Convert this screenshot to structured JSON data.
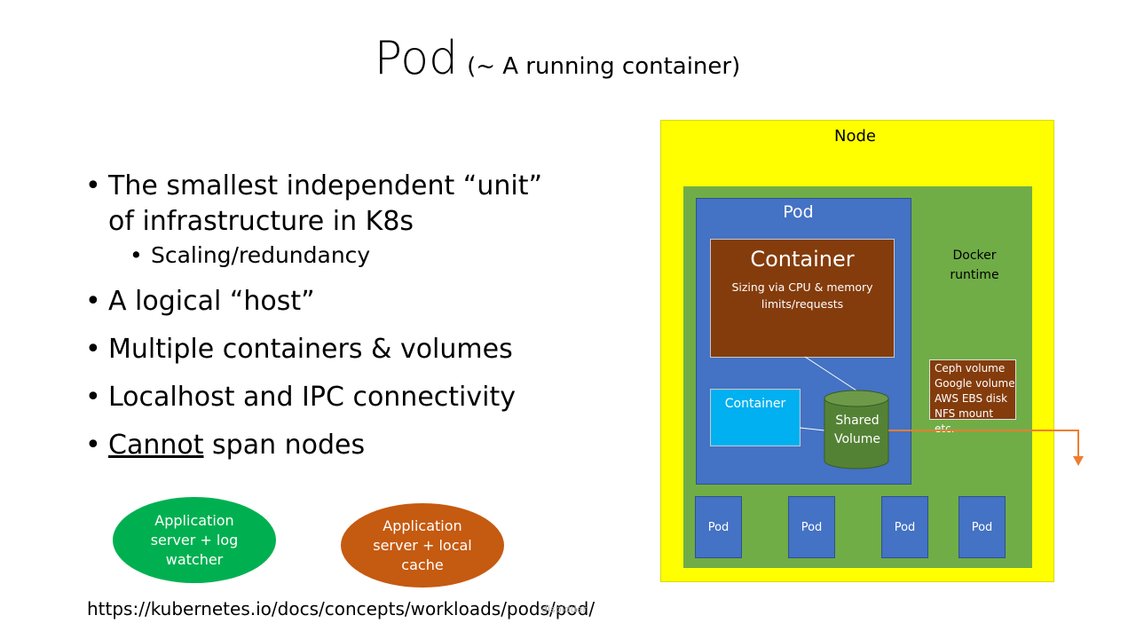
{
  "title": {
    "main": "Pod",
    "sub": "(~ A running container)"
  },
  "bullets": {
    "item1_line1": "The smallest independent “unit”",
    "item1_line2": "of infrastructure in K8s",
    "item1_sub": "Scaling/redundancy",
    "item2": "A logical “host”",
    "item3": "Multiple containers & volumes",
    "item4": "Localhost and IPC connectivity",
    "item5_underlined": "Cannot",
    "item5_rest": " span nodes"
  },
  "ellipses": {
    "green": [
      "Application",
      "server + log",
      "watcher"
    ],
    "orange": [
      "Application",
      "server + local",
      "cache"
    ]
  },
  "url": "https://kubernetes.io/docs/concepts/workloads/pods/pod/",
  "watermark": "dispidder",
  "diagram": {
    "node_label": "Node",
    "docker_label": [
      "Docker",
      "runtime"
    ],
    "pod_label": "Pod",
    "container_main": {
      "label": "Container",
      "sub": [
        "Sizing via CPU & memory",
        "limits/requests"
      ]
    },
    "container_small_label": "Container",
    "shared_volume": [
      "Shared",
      "Volume"
    ],
    "volume_types": [
      "Ceph volume",
      "Google volume",
      "AWS EBS disk",
      "NFS mount etc."
    ],
    "small_pods": [
      "Pod",
      "Pod",
      "Pod",
      "Pod"
    ],
    "colors": {
      "node": "#ffff00",
      "docker": "#70ad47",
      "pod": "#4472c4",
      "container_main": "#843c0c",
      "container_small": "#00b0f0",
      "volume": "#548235",
      "arrow": "#ed7d31",
      "ellipse_green": "#00b050",
      "ellipse_orange": "#c55a11"
    }
  }
}
